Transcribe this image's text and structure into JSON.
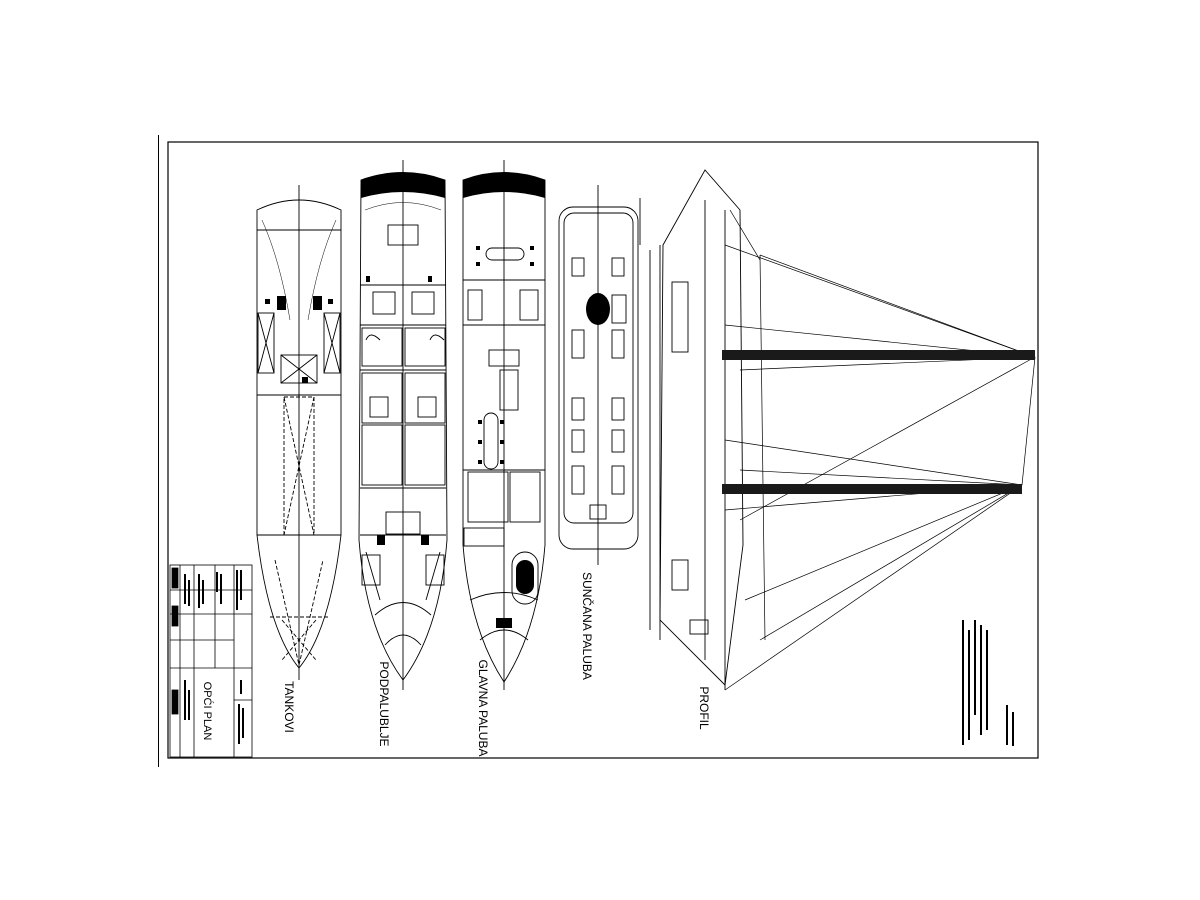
{
  "drawing": {
    "title": "OPĆI PLAN",
    "views": {
      "tanks": "TANKOVI",
      "lower_deck": "PODPALUBLJE",
      "main_deck": "GLAVNA PALUBA",
      "sun_deck": "SUNČANA PALUBA",
      "profile": "PROFIL"
    }
  },
  "colors": {
    "ink": "#000000",
    "paper": "#ffffff",
    "mast": "#1a1a1a"
  }
}
